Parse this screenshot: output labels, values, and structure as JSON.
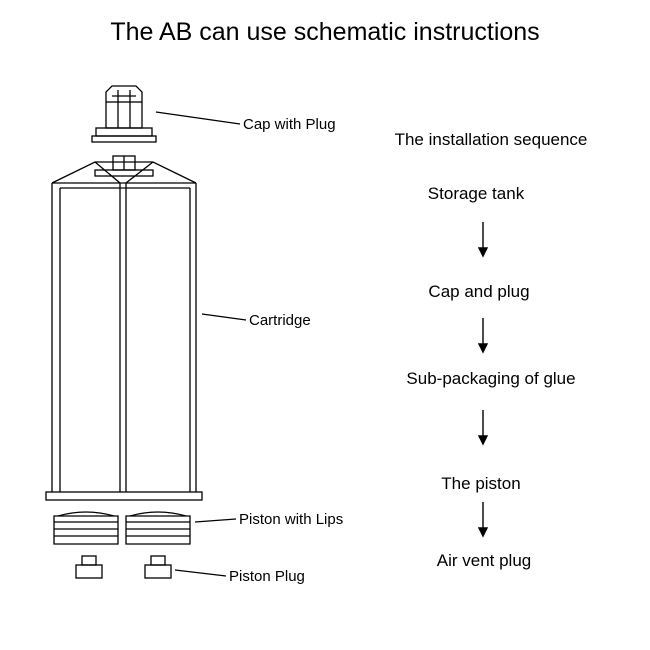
{
  "title": "The AB can use schematic instructions",
  "parts": {
    "cap": "Cap with Plug",
    "cartridge": "Cartridge",
    "piston": "Piston with Lips",
    "piston_plug": "Piston Plug"
  },
  "sequence": {
    "heading": "The installation sequence",
    "steps": [
      "Storage tank",
      "Cap and plug",
      "Sub-packaging of glue",
      "The piston",
      "Air vent plug"
    ]
  }
}
